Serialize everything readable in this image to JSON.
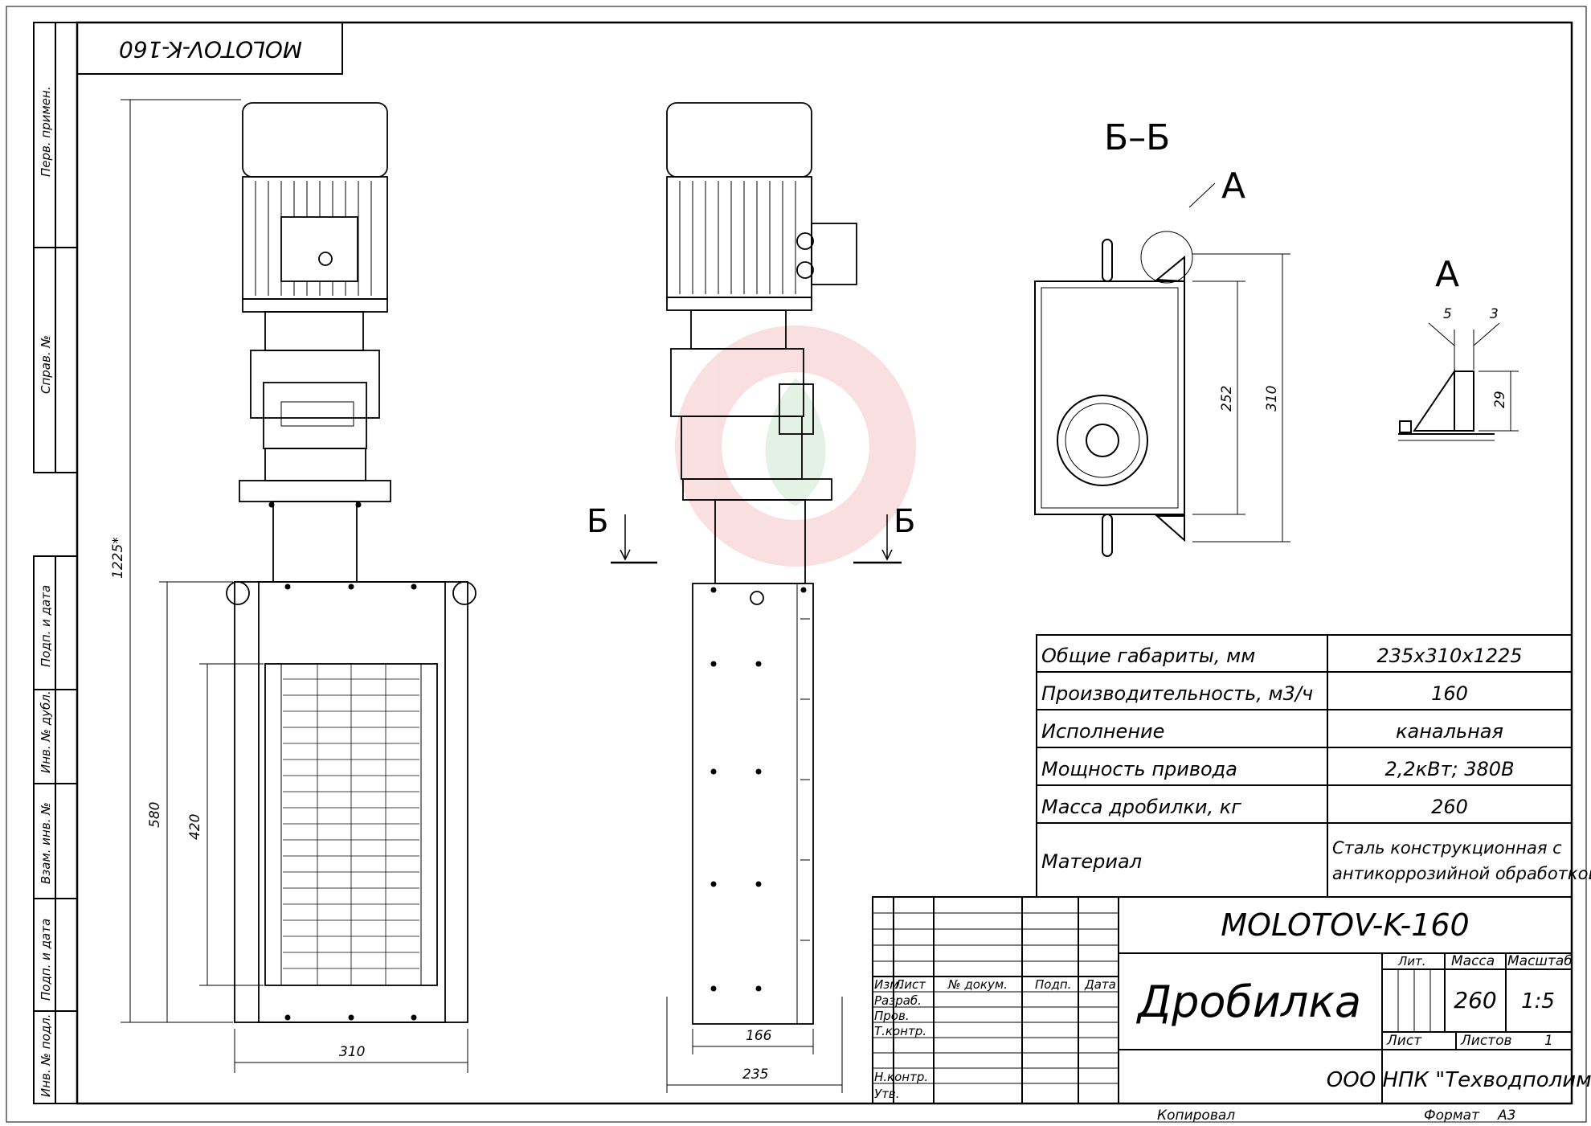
{
  "sheet": {
    "rotated_stamp": "MOLOTOV-K-160",
    "side_labels": [
      "Перв. примен.",
      "Справ. №",
      "Подп. и дата",
      "Инв. № дубл.",
      "Взам. инв. №",
      "Подп. и дата",
      "Инв. № подл."
    ]
  },
  "views": {
    "front": {
      "dim_overall_height": "1225*",
      "dim_body_height": "580",
      "dim_inner_height": "420",
      "dim_width": "310"
    },
    "side": {
      "cut_label_left": "Б",
      "cut_label_right": "Б",
      "dim_inner_width": "166",
      "dim_width": "235"
    },
    "section": {
      "title": "Б–Б",
      "callout": "А",
      "dim_inner": "252",
      "dim_outer": "310"
    },
    "detail": {
      "title": "А",
      "dim_a": "5",
      "dim_b": "3",
      "dim_h": "29"
    }
  },
  "spec_table": {
    "rows": [
      {
        "label": "Общие габариты, мм",
        "value": "235x310x1225"
      },
      {
        "label": "Производительность, м3/ч",
        "value": "160"
      },
      {
        "label": "Исполнение",
        "value": "канальная"
      },
      {
        "label": "Мощность привода",
        "value": "2,2кВт; 380В"
      },
      {
        "label": "Масса дробилки, кг",
        "value": "260"
      }
    ],
    "material_label": "Материал",
    "material_value_1": "Сталь конструкционная с",
    "material_value_2": "антикоррозийной обработкой"
  },
  "title_block": {
    "designation": "MOLOTOV-K-160",
    "name": "Дробилка",
    "col_headers": [
      "Изм.",
      "Лист",
      "№ докум.",
      "Подп.",
      "Дата"
    ],
    "roles": [
      "Разраб.",
      "Пров.",
      "Т.контр.",
      "Н.контр.",
      "Утв."
    ],
    "lit_label": "Лит.",
    "mass_label": "Масса",
    "scale_label": "Масштаб",
    "mass_value": "260",
    "scale_value": "1:5",
    "sheet_label": "Лист",
    "sheets_label": "Листов",
    "sheets_value": "1",
    "company": "ООО НПК \"Техводполимер\""
  },
  "footer": {
    "copied": "Копировал",
    "format_label": "Формат",
    "format_value": "А3"
  }
}
